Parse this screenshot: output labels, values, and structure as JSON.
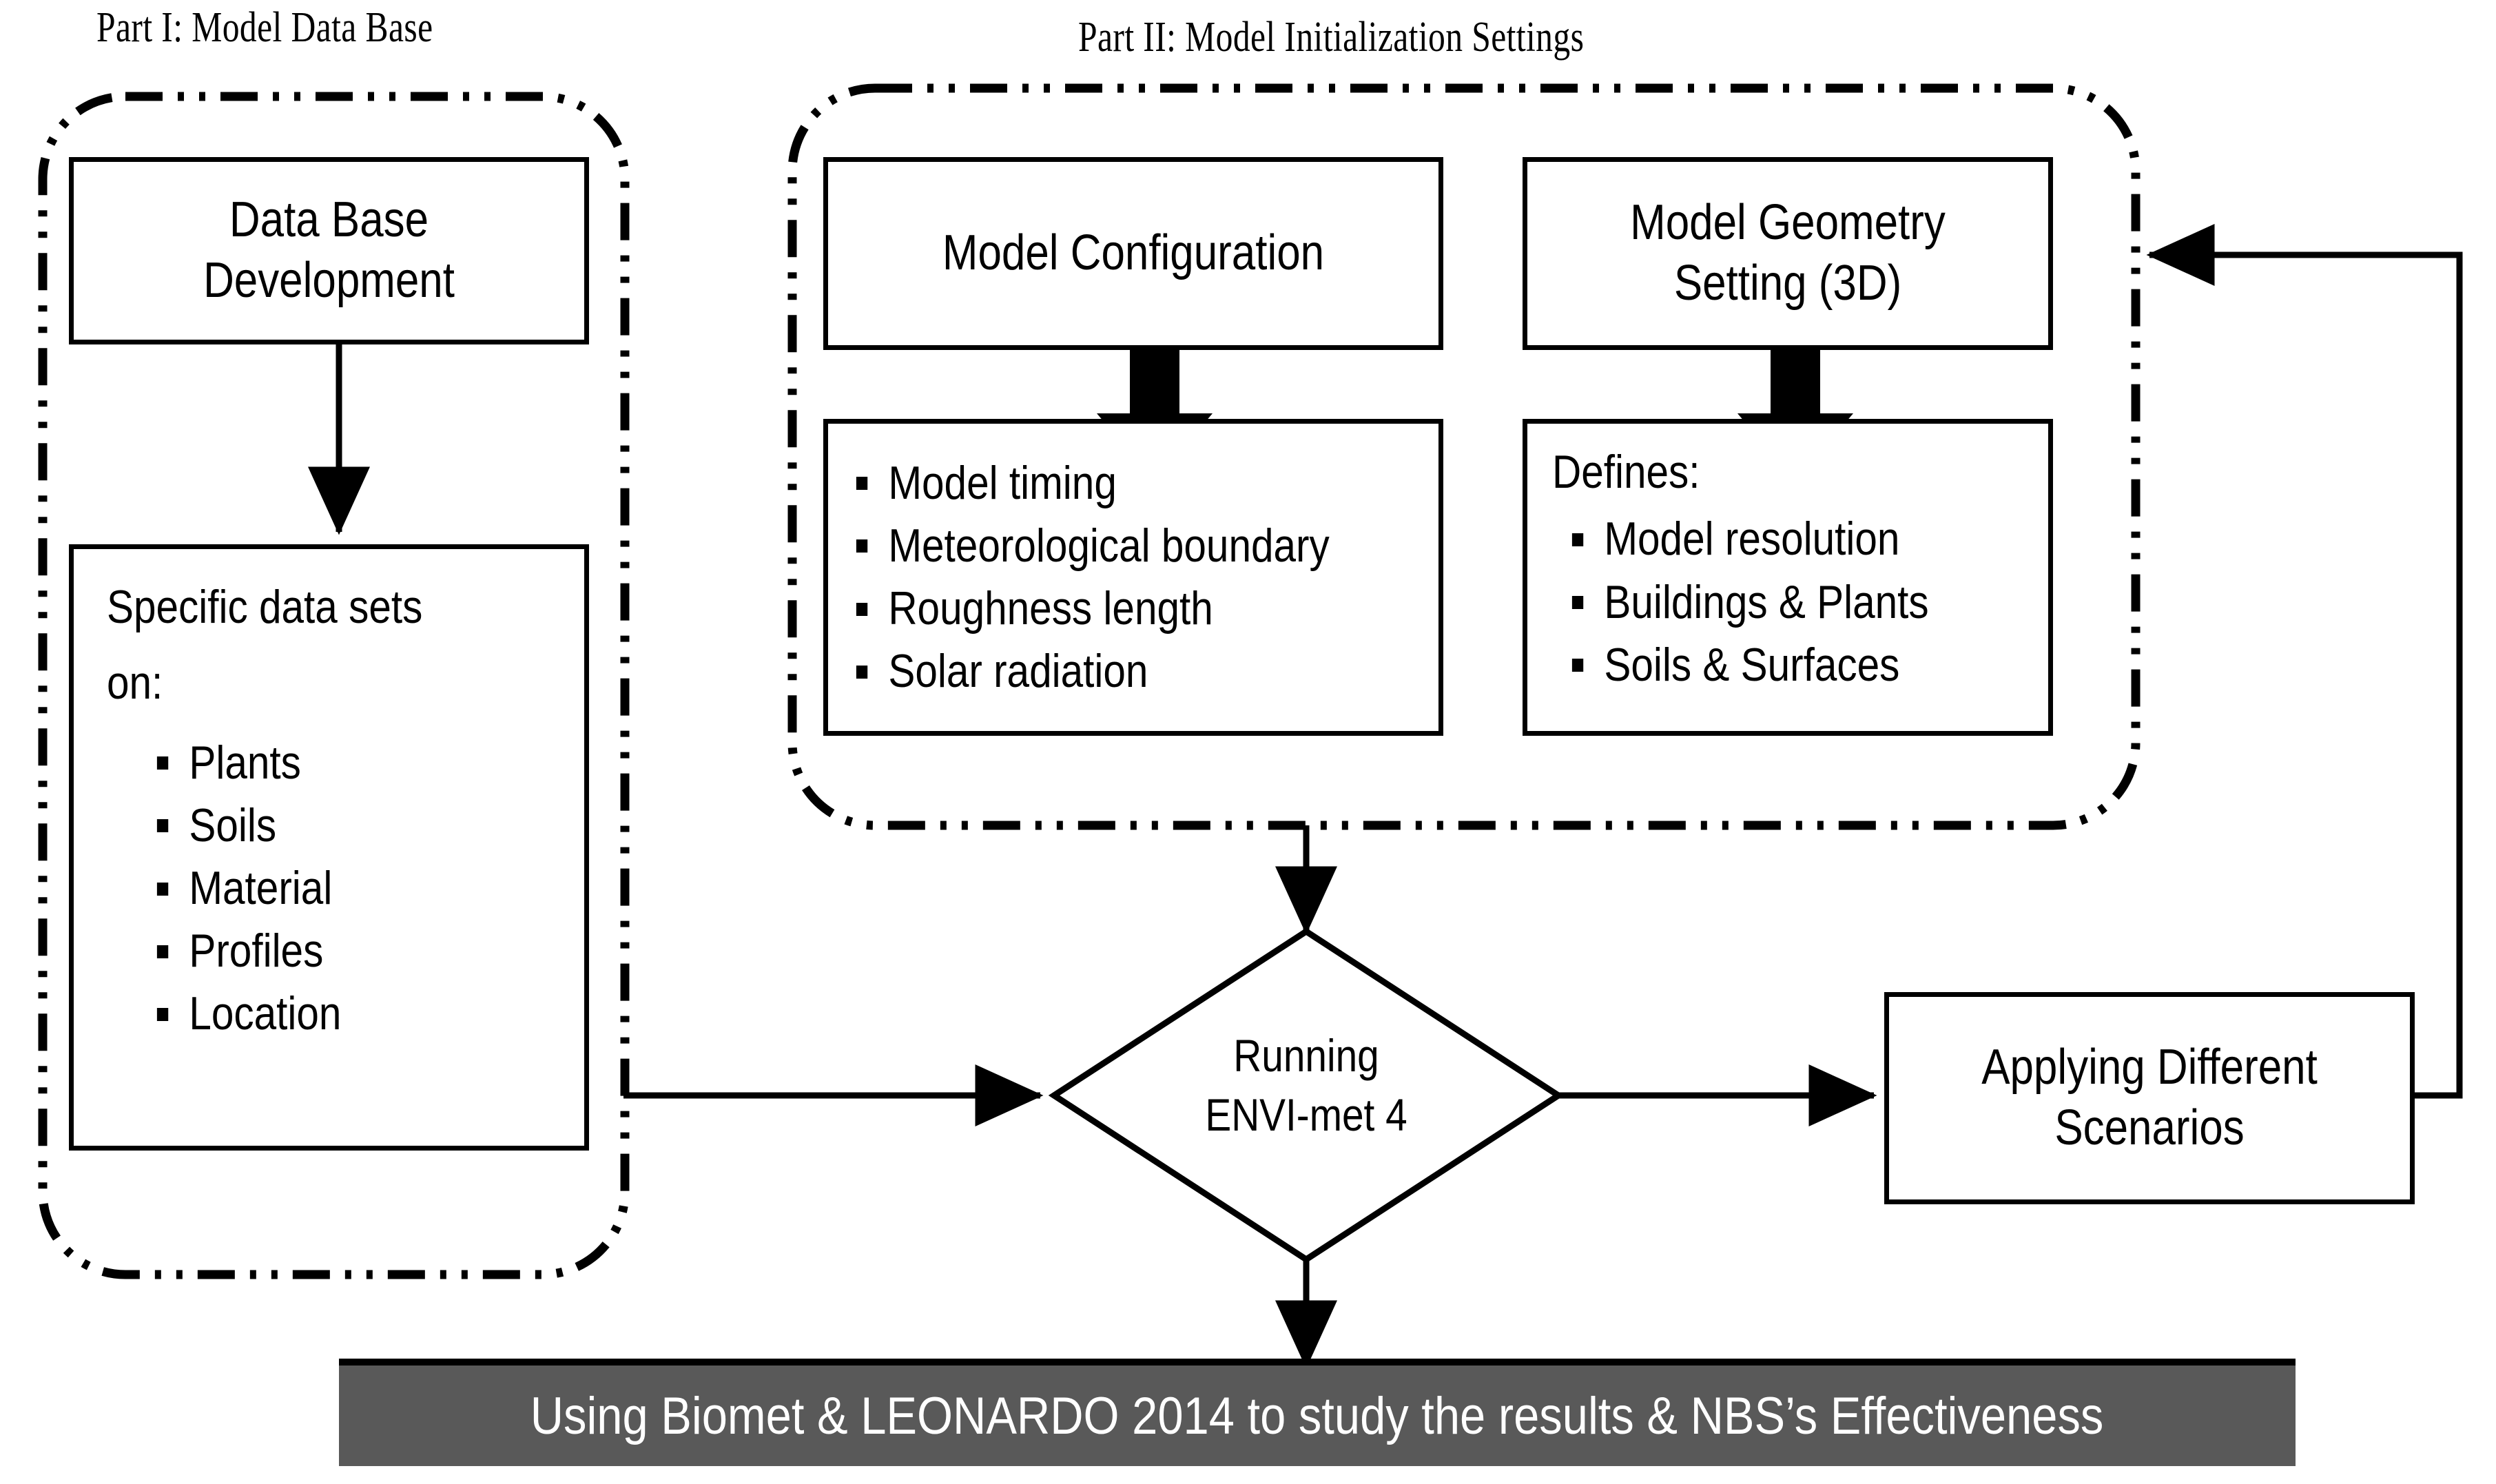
{
  "diagram": {
    "title_part1": "Part I: Model Data Base",
    "title_part2": "Part II: Model Initialization Settings"
  },
  "part1": {
    "database_box": {
      "line1": "Data Base",
      "line2": "Development"
    },
    "datasets_box": {
      "lead_line1": "Specific data sets",
      "lead_line2": "on:",
      "items": [
        "Plants",
        "Soils",
        "Material",
        "Profiles",
        "Location"
      ]
    }
  },
  "part2": {
    "config_box": {
      "title": "Model Configuration"
    },
    "config_items_box": {
      "items": [
        "Model timing",
        "Meteorological boundary",
        "Roughness length",
        "Solar radiation"
      ]
    },
    "geometry_box": {
      "line1": "Model Geometry",
      "line2": "Setting (3D)"
    },
    "geometry_items_box": {
      "lead": "Defines:",
      "items": [
        "Model resolution",
        "Buildings & Plants",
        "Soils & Surfaces"
      ]
    }
  },
  "flow": {
    "decision": {
      "line1": "Running",
      "line2": "ENVI-met 4"
    },
    "scenarios_box": {
      "line1": "Applying Different",
      "line2": "Scenarios"
    },
    "results_bar": {
      "text": "Using Biomet & LEONARDO 2014 to study the results & NBS’s Effectiveness"
    }
  },
  "colors": {
    "stroke": "#000000",
    "background": "#ffffff",
    "results_bar_fill": "#595959",
    "results_bar_text": "#ffffff"
  }
}
